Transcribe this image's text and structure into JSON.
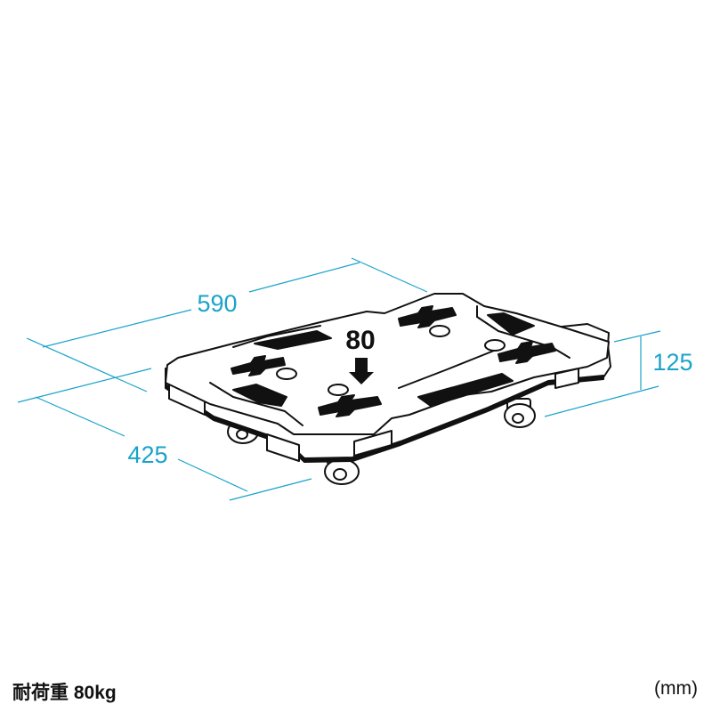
{
  "colors": {
    "dimension_line": "#1aa3c9",
    "outline": "#111111",
    "background": "#ffffff"
  },
  "dimensions": {
    "width": "590",
    "depth": "425",
    "height": "125"
  },
  "load_marker": "80",
  "footer": {
    "load_capacity": "耐荷重 80kg",
    "unit": "(mm)"
  }
}
